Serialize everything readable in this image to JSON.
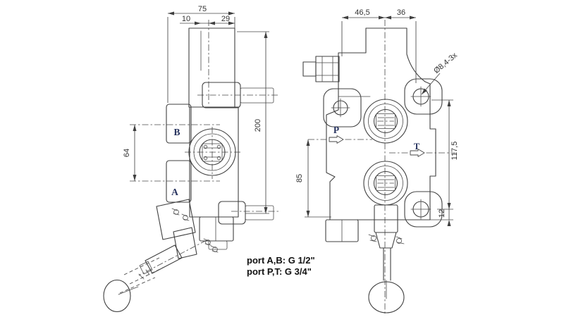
{
  "left_view": {
    "dims": {
      "total_width": "75",
      "spool_offset": "10",
      "spool_to_edge": "29",
      "height": "200",
      "port_spacing": "64"
    },
    "ports": {
      "b": "B",
      "a": "A"
    }
  },
  "right_view": {
    "dims": {
      "width_left": "46,5",
      "width_right": "36",
      "mount_holes": "Ø8,4-3x",
      "height_right": "117,5",
      "height_left": "85",
      "lug_offset": "12"
    },
    "ports": {
      "p": "P",
      "t": "T"
    }
  },
  "notes": {
    "line1": "port A,B: G 1/2\"",
    "line2": "port P,T: G 3/4\""
  },
  "colors": {
    "line": "#404040",
    "port_label": "#27335f",
    "dim_text": "#333333",
    "note_text": "#111111",
    "background": "#ffffff"
  }
}
